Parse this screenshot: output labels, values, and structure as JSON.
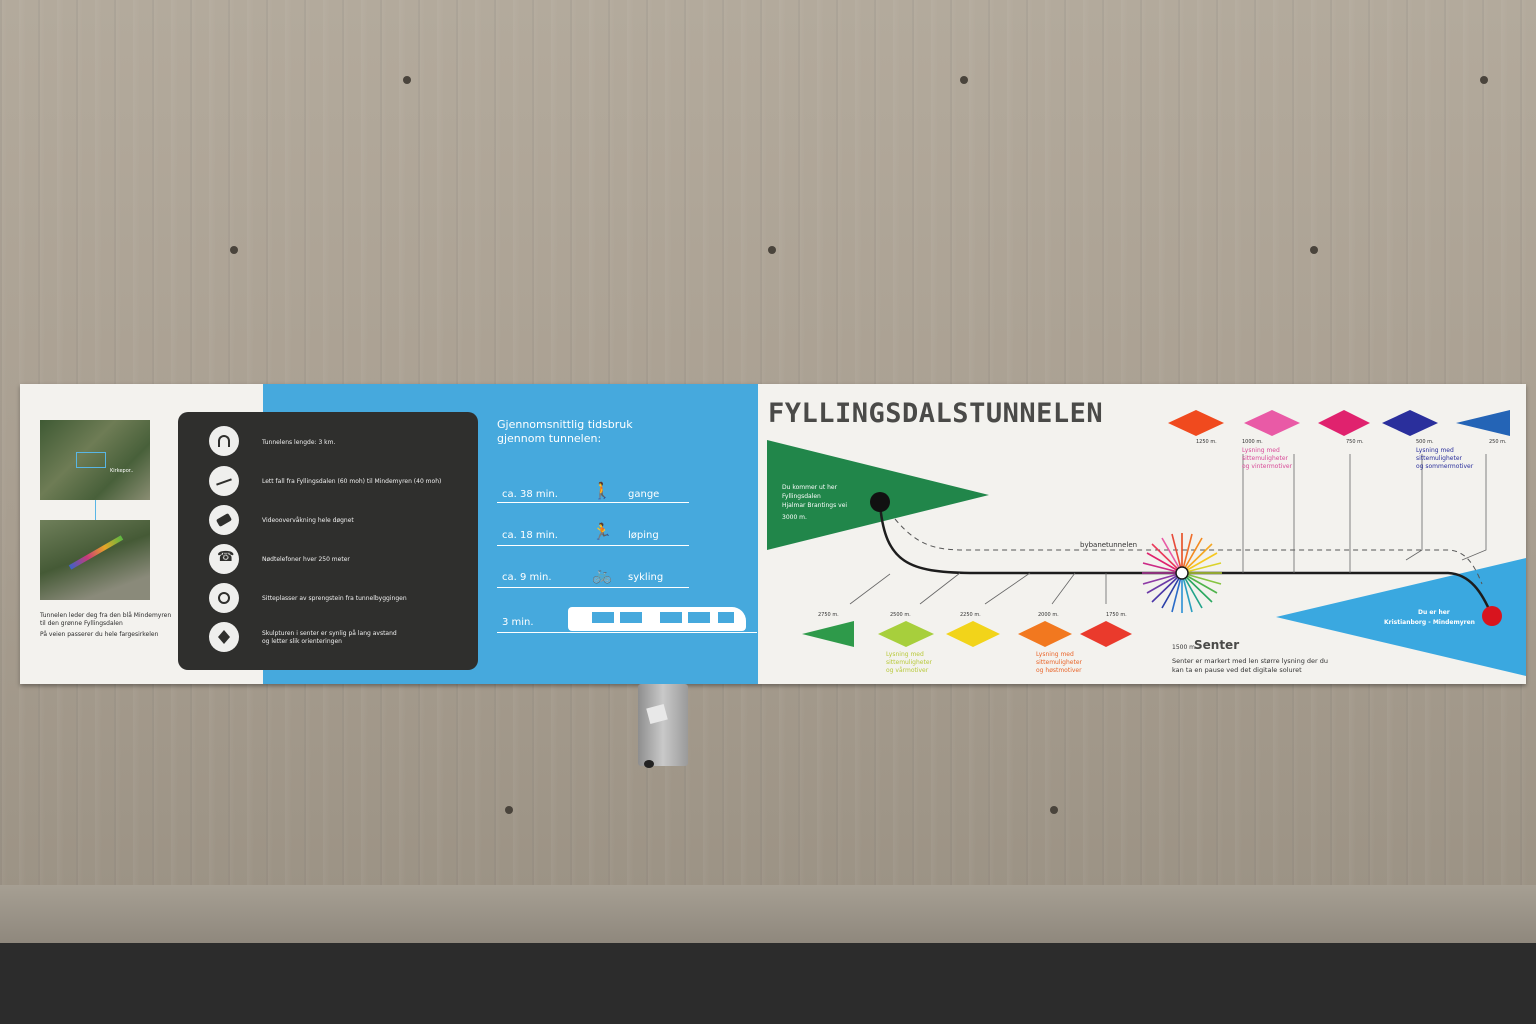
{
  "photo": {
    "left_panel": {
      "map_label": "Kirkepor..",
      "text_lines": [
        "Tunnelen leder deg fra den blå Mindemyren",
        "til den grønne Fyllingsdalen",
        "På veien passerer du hele fargesirkelen"
      ]
    },
    "facts": [
      {
        "icon": "tunnel-icon",
        "text": "Tunnelens lengde: 3 km."
      },
      {
        "icon": "slope-icon",
        "text": "Lett fall fra Fyllingsdalen (60 moh) til Mindemyren (40 moh)"
      },
      {
        "icon": "camera-icon",
        "text": "Videoovervåkning hele døgnet"
      },
      {
        "icon": "phone-icon",
        "text": "Nødtelefoner hver 250 meter"
      },
      {
        "icon": "stone-icon",
        "text": "Sitteplasser av sprengstein fra tunnelbyggingen"
      },
      {
        "icon": "sculpture-icon",
        "text": "Skulpturen i senter er synlig på lang avstand"
      },
      {
        "icon": "",
        "text": "og letter slik orienteringen"
      }
    ],
    "travel": {
      "heading_line1": "Gjennomsnittlig tidsbruk",
      "heading_line2": "gjennom tunnelen:",
      "rows": [
        {
          "time": "ca. 38 min.",
          "mode": "gange",
          "icon": "walking-icon"
        },
        {
          "time": "ca. 18 min.",
          "mode": "løping",
          "icon": "running-icon"
        },
        {
          "time": "ca. 9 min.",
          "mode": "sykling",
          "icon": "cycling-icon"
        },
        {
          "time": "3 min.",
          "mode": "",
          "icon": "tram-icon"
        }
      ]
    },
    "diagram": {
      "title": "FYLLINGSDALSTUNNELEN",
      "start_text": [
        "Du kommer ut her",
        "Fyllingsdalen",
        "Hjalmar Brantings vei",
        "3000 m."
      ],
      "end_text": [
        "Du er her",
        "Kristianborg - Mindemyren"
      ],
      "bybane_label": "bybanetunnelen",
      "top_markers": [
        {
          "dist": "1250 m.",
          "color": "#f04a1e"
        },
        {
          "dist": "1000 m.",
          "color": "#e95aa6"
        },
        {
          "dist": "750 m.",
          "color": "#e0226e"
        },
        {
          "dist": "500 m.",
          "color": "#2a2f9c"
        },
        {
          "dist": "250 m.",
          "color": "#2464b6"
        }
      ],
      "top_notes": [
        {
          "lines": [
            "Lysning med",
            "sittemuligheter",
            "og vintermotiver"
          ],
          "color": "#d84a98"
        },
        {
          "lines": [
            "Lysning med",
            "sittemuligheter",
            "og sommermotiver"
          ],
          "color": "#2a2f9c"
        }
      ],
      "bottom_markers": [
        {
          "dist": "2750 m.",
          "color": "#2e9a4a"
        },
        {
          "dist": "2500 m.",
          "color": "#a7cf3c"
        },
        {
          "dist": "2250 m.",
          "color": "#f2d41a"
        },
        {
          "dist": "2000 m.",
          "color": "#f2781f"
        },
        {
          "dist": "1750 m.",
          "color": "#ea3a2c"
        }
      ],
      "bottom_notes": [
        {
          "lines": [
            "Lysning med",
            "sittemuligheter",
            "og vårmotiver"
          ],
          "color": "#b8c93a"
        },
        {
          "lines": [
            "Lysning med",
            "sittemuligheter",
            "og høstmotiver"
          ],
          "color": "#e9652a"
        }
      ],
      "center": {
        "dist": "1500 m.",
        "label": "Senter",
        "desc_line1": "Senter er markert med len større lysning der du",
        "desc_line2": "kan ta en pause ved det digitale soluret"
      },
      "colors": {
        "green": "#21864a",
        "blue": "#3aa8e0",
        "red": "#d8141e"
      }
    }
  }
}
